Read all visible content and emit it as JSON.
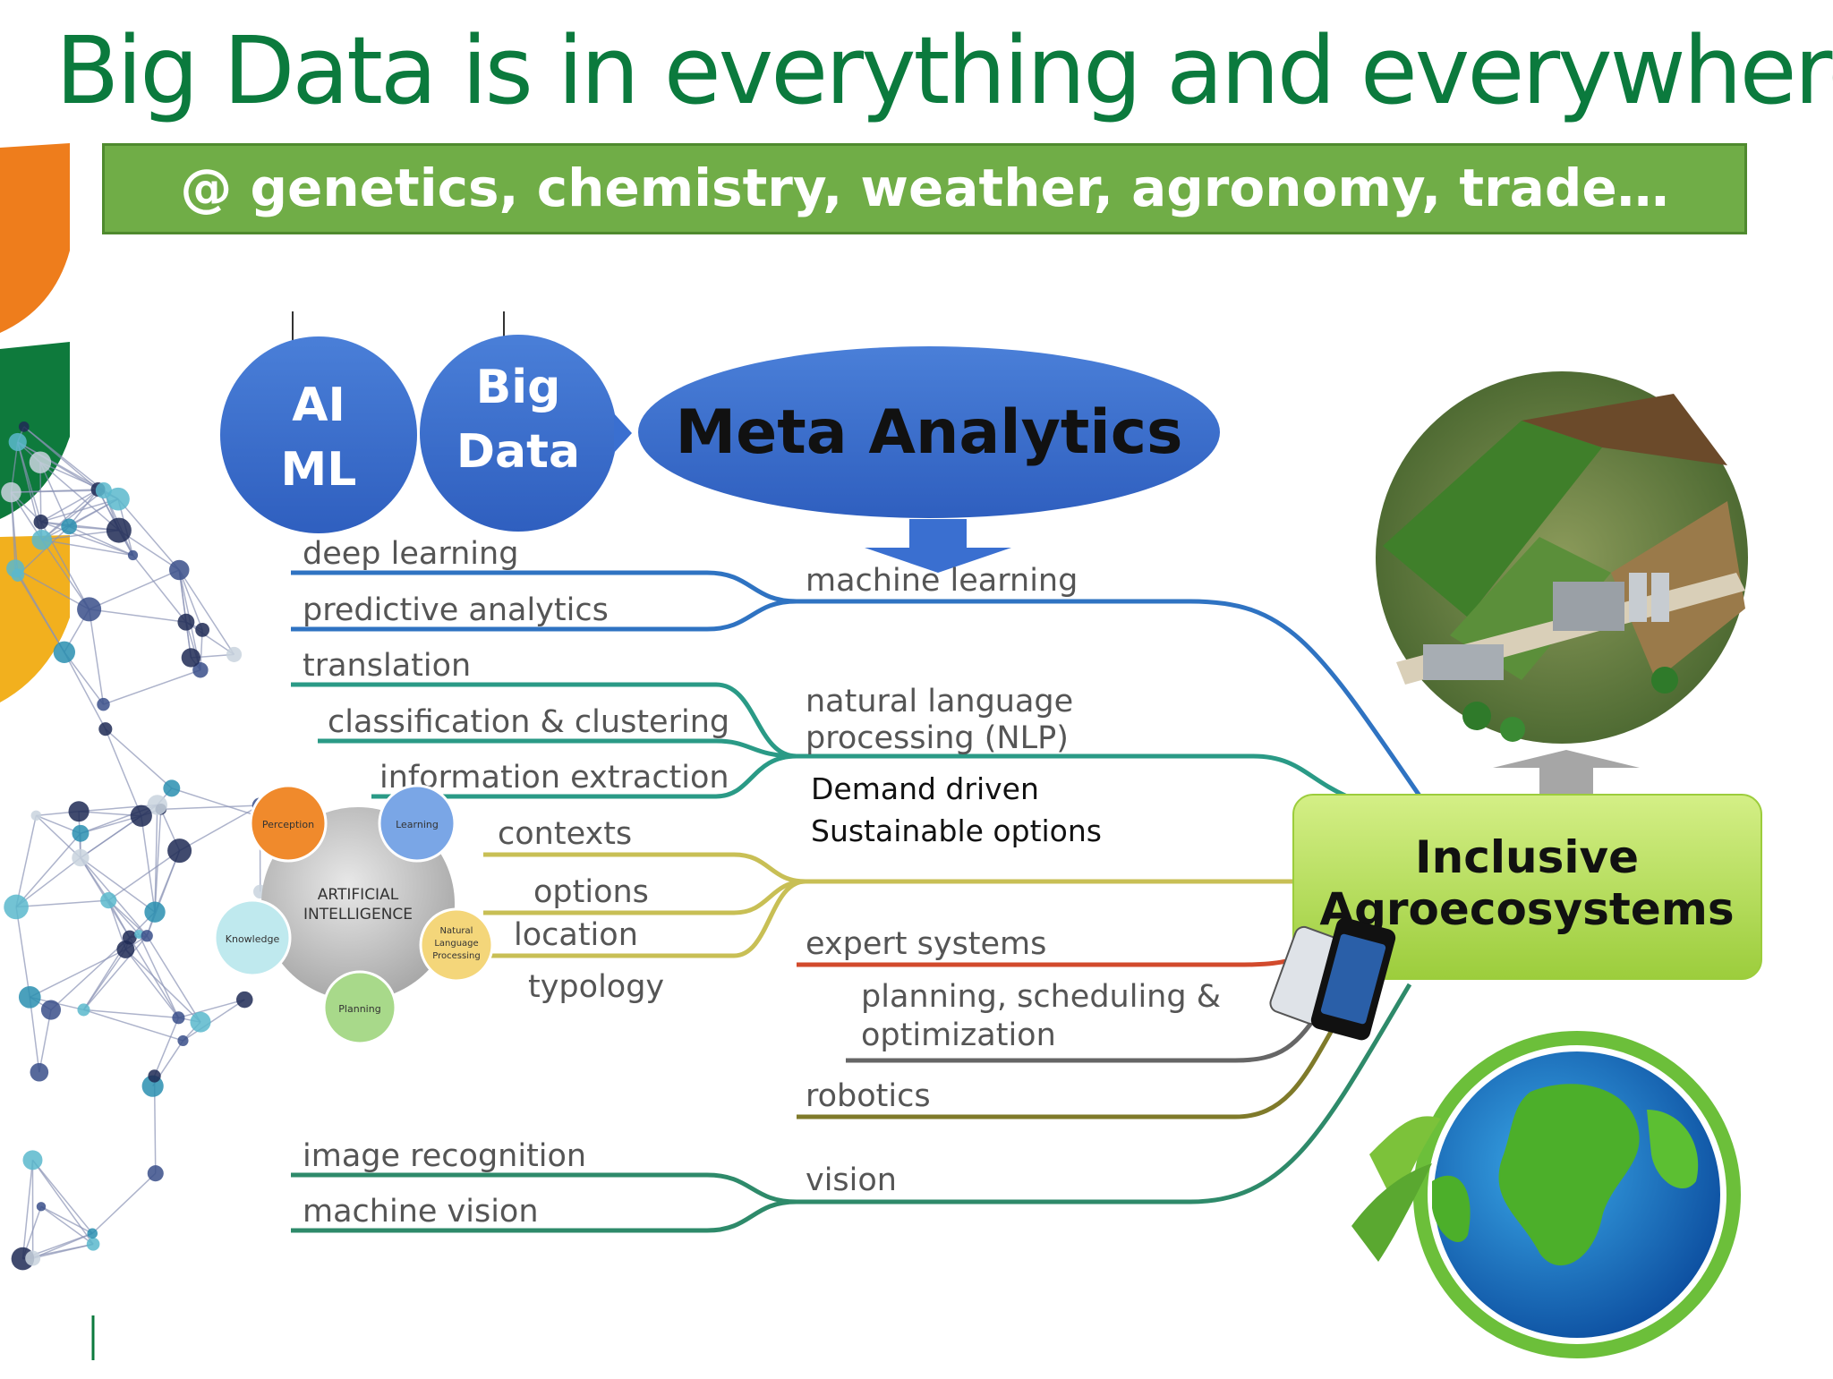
{
  "slide": {
    "title": "Big Data is in everything and everywhere",
    "banner": "@ genetics, chemistry, weather, agronomy, trade…"
  },
  "bubbles": {
    "ai_ml": [
      "AI",
      "ML"
    ],
    "big_data": [
      "Big",
      "Data"
    ],
    "meta_analytics": "Meta Analytics"
  },
  "mindmap": {
    "branches": {
      "machine_learning": "machine learning",
      "nlp": [
        "natural language",
        "processing (NLP)"
      ],
      "expert_systems": "expert systems",
      "planning": [
        "planning, scheduling &",
        "optimization"
      ],
      "robotics": "robotics",
      "vision": "vision"
    },
    "leaves": {
      "deep_learning": "deep learning",
      "predictive_analytics": "predictive analytics",
      "translation": "translation",
      "classification": "classification & clustering",
      "information_extraction": "information extraction",
      "contexts": "contexts",
      "options": "options",
      "location": "location",
      "typology": "typology",
      "image_recognition": "image recognition",
      "machine_vision": "machine vision"
    },
    "annotations": [
      "Demand driven",
      "Sustainable options"
    ]
  },
  "ai_diagram": {
    "center": [
      "ARTIFICIAL",
      "INTELLIGENCE"
    ],
    "satellites": {
      "perception": "Perception",
      "learning": "Learning",
      "knowledge": "Knowledge",
      "nlp": [
        "Natural",
        "Language",
        "Processing"
      ],
      "planning": "Planning"
    }
  },
  "target": [
    "Inclusive",
    "Agroecosystems"
  ],
  "colors": {
    "title": "#0b7a3d",
    "banner": "#70ad47",
    "bubble": "#3a6fd0",
    "branch_blue": "#2f73c2",
    "branch_teal": "#2a9a86",
    "branch_olive": "#c8bf55",
    "branch_red": "#d24a2c",
    "branch_gray": "#666666",
    "branch_dark_olive": "#7f7a2a",
    "branch_green": "#2e8a6a",
    "target_box": "#b6dd5c"
  }
}
